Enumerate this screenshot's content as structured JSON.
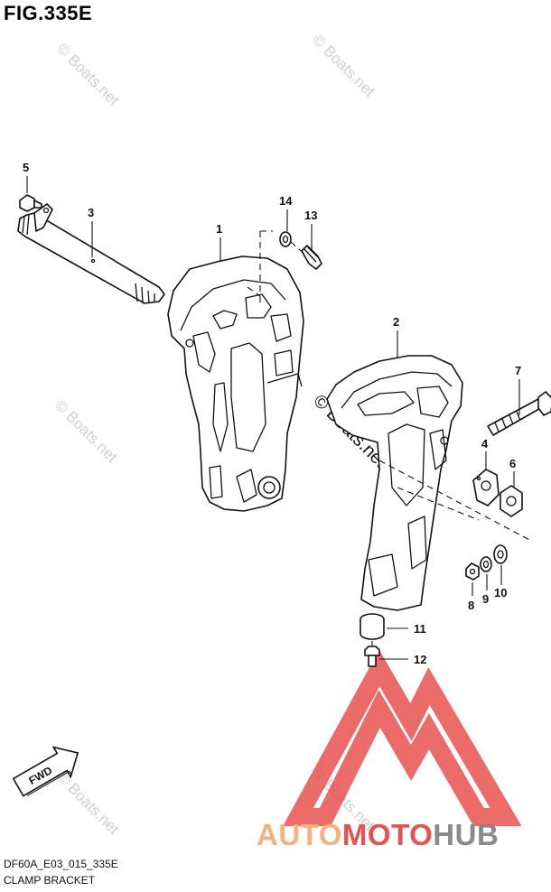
{
  "figure": {
    "title": "FIG.335E",
    "code": "DF60A_E03_015_335E",
    "name": "CLAMP BRACKET"
  },
  "parts": [
    {
      "no": "1"
    },
    {
      "no": "2"
    },
    {
      "no": "3"
    },
    {
      "no": "4"
    },
    {
      "no": "5"
    },
    {
      "no": "6"
    },
    {
      "no": "7"
    },
    {
      "no": "8"
    },
    {
      "no": "9"
    },
    {
      "no": "10"
    },
    {
      "no": "11"
    },
    {
      "no": "12"
    },
    {
      "no": "13"
    },
    {
      "no": "14"
    }
  ],
  "direction_arrow": {
    "label": "FWD"
  },
  "watermarks": {
    "text": "© Boats.net"
  },
  "brand": {
    "part1": "AUTO",
    "part2": "MOTO",
    "part3": "HUB",
    "colors": {
      "auto": "#f4b37d",
      "moto": "#e8514f",
      "hub": "#8a8a8a",
      "logo": "#e8514f"
    }
  }
}
